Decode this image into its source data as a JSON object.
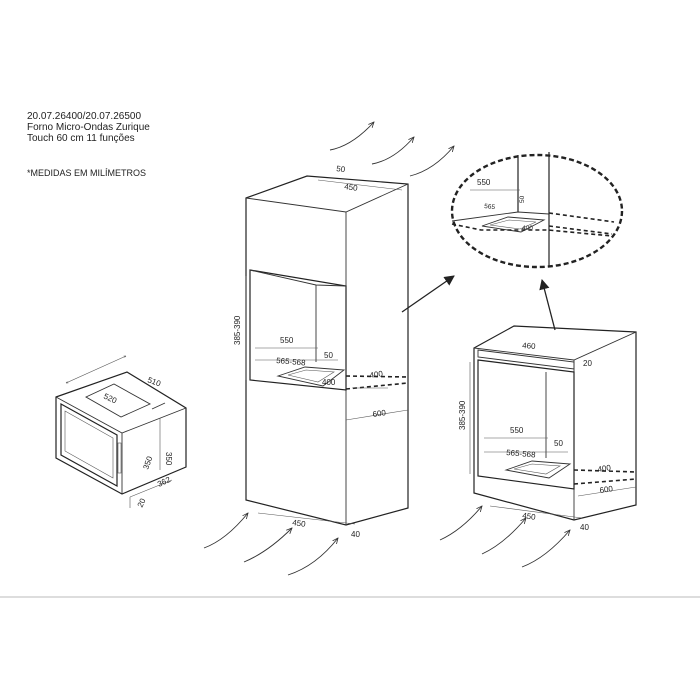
{
  "header": {
    "model_codes": "20.07.26400/20.07.26500",
    "product_line1": "Forno Micro-Ondas Zurique",
    "product_line2": "Touch 60 cm 11 funções",
    "note": "*MEDIDAS EM MILÍMETROS"
  },
  "microwave": {
    "width": "510",
    "top_depth": "520",
    "height": "350",
    "depth": "362",
    "foot": "20"
  },
  "tall_cabinet": {
    "top_offset": "50",
    "top_width": "450",
    "niche_height": "385-390",
    "niche_depth": "550",
    "niche_width": "565-568",
    "gap": "50",
    "opening": "400",
    "base_opening": "400",
    "depth": "600",
    "bottom_width": "450",
    "bottom_gap": "40"
  },
  "detail": {
    "depth": "550",
    "gap": "50",
    "width": "565",
    "opening": "400"
  },
  "base_cabinet": {
    "top_width": "460",
    "top_gap": "20",
    "niche_height": "385-390",
    "niche_depth": "550",
    "gap": "50",
    "niche_width": "565-568",
    "opening": "400",
    "depth": "600",
    "bottom_width": "450",
    "bottom_gap": "40"
  }
}
